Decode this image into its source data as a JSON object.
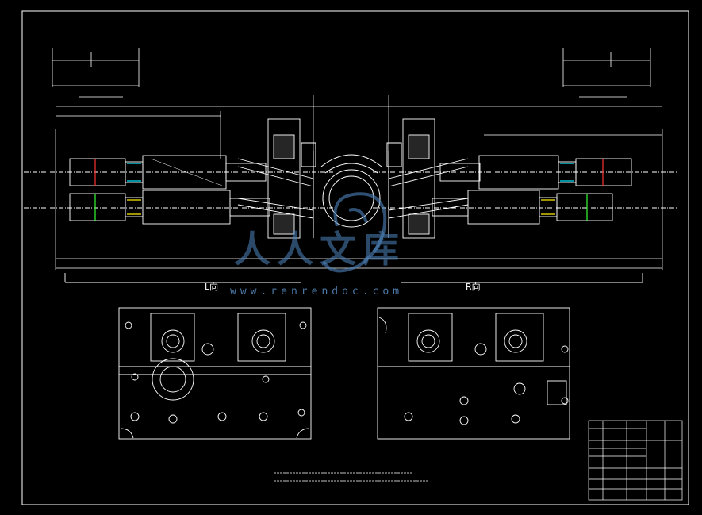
{
  "views": {
    "left_label": "L向",
    "right_label": "R向"
  },
  "watermark": {
    "brand": "人人文库",
    "url": "www.renrendoc.com"
  },
  "colors": {
    "background": "#000000",
    "lines": "#ffffff",
    "accent_cyan": "#00e5ff",
    "accent_yellow": "#ffee00",
    "accent_green": "#33ff33",
    "accent_red": "#ff3333",
    "watermark": "#4f86bf"
  }
}
